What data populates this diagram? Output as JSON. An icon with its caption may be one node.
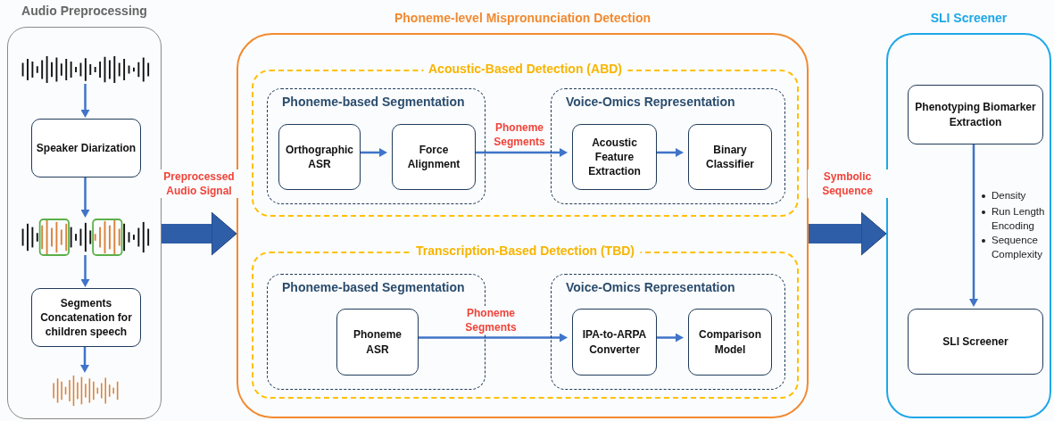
{
  "diagram": {
    "nodes": [
      {
        "text": [
          "Audio Preprocessing"
        ]
      },
      {
        "text": [],
        "shape": "picture",
        "in": 0
      },
      {
        "text": [
          "Speaker Diarization"
        ],
        "in": 0
      },
      {
        "text": [],
        "shape": "picture",
        "in": 0
      },
      {
        "text": [
          "Segments Concatenation for children speech"
        ],
        "in": 0
      },
      {
        "text": [],
        "shape": "picture",
        "in": 0
      },
      {
        "text": [
          "Phoneme-level Mispronunciation Detection"
        ]
      },
      {
        "text": [
          "Acoustic-Based Detection (ABD)"
        ],
        "in": 6
      },
      {
        "text": [
          "Phoneme-based Segmentation"
        ],
        "in": 7
      },
      {
        "text": [
          "Orthographic ASR"
        ],
        "in": 8
      },
      {
        "text": [
          "Force Alignment"
        ],
        "in": 8
      },
      {
        "text": [
          "Voice-Omics Representation"
        ],
        "in": 7
      },
      {
        "text": [
          "Acoustic Feature Extraction"
        ],
        "in": 11
      },
      {
        "text": [
          "Binary Classifier"
        ],
        "in": 11
      },
      {
        "text": [
          "Transcription-Based Detection (TBD)"
        ],
        "in": 6
      },
      {
        "text": [
          "Phoneme-based Segmentation"
        ],
        "in": 14
      },
      {
        "text": [
          "Phoneme ASR"
        ],
        "in": 15
      },
      {
        "text": [
          "Voice-Omics Representation"
        ],
        "in": 14
      },
      {
        "text": [
          "IPA-to-ARPA Converter"
        ],
        "in": 17
      },
      {
        "text": [
          "Comparison Model"
        ],
        "in": 17
      },
      {
        "text": [
          "SLI Screener"
        ]
      },
      {
        "text": [
          "Phenotyping Biomarker Extraction"
        ],
        "in": 20
      },
      {
        "text": [
          "SLI Screener"
        ],
        "in": 20
      }
    ],
    "edges": [
      {
        "from": 1,
        "to": 2,
        "arrow": "to"
      },
      {
        "from": 2,
        "to": 3,
        "arrow": "to"
      },
      {
        "from": 3,
        "to": 4,
        "arrow": "to"
      },
      {
        "from": 4,
        "to": 5,
        "arrow": "to"
      },
      {
        "from": 0,
        "to": 6,
        "arrow": "to",
        "label": "Preprocessed Audio Signal",
        "style": "thick"
      },
      {
        "from": 9,
        "to": 10,
        "arrow": "to"
      },
      {
        "from": 10,
        "to": 12,
        "arrow": "to",
        "label": "Phoneme Segments"
      },
      {
        "from": 12,
        "to": 13,
        "arrow": "to"
      },
      {
        "from": 16,
        "to": 18,
        "arrow": "to",
        "label": "Phoneme Segments"
      },
      {
        "from": 18,
        "to": 19,
        "arrow": "to"
      },
      {
        "from": 6,
        "to": 20,
        "arrow": "to",
        "label": "Symbolic Sequence",
        "style": "thick"
      },
      {
        "from": 21,
        "to": 22,
        "arrow": "to"
      }
    ],
    "labels": [
      "Density",
      "Run Length Encoding",
      "Sequence Complexity"
    ]
  }
}
